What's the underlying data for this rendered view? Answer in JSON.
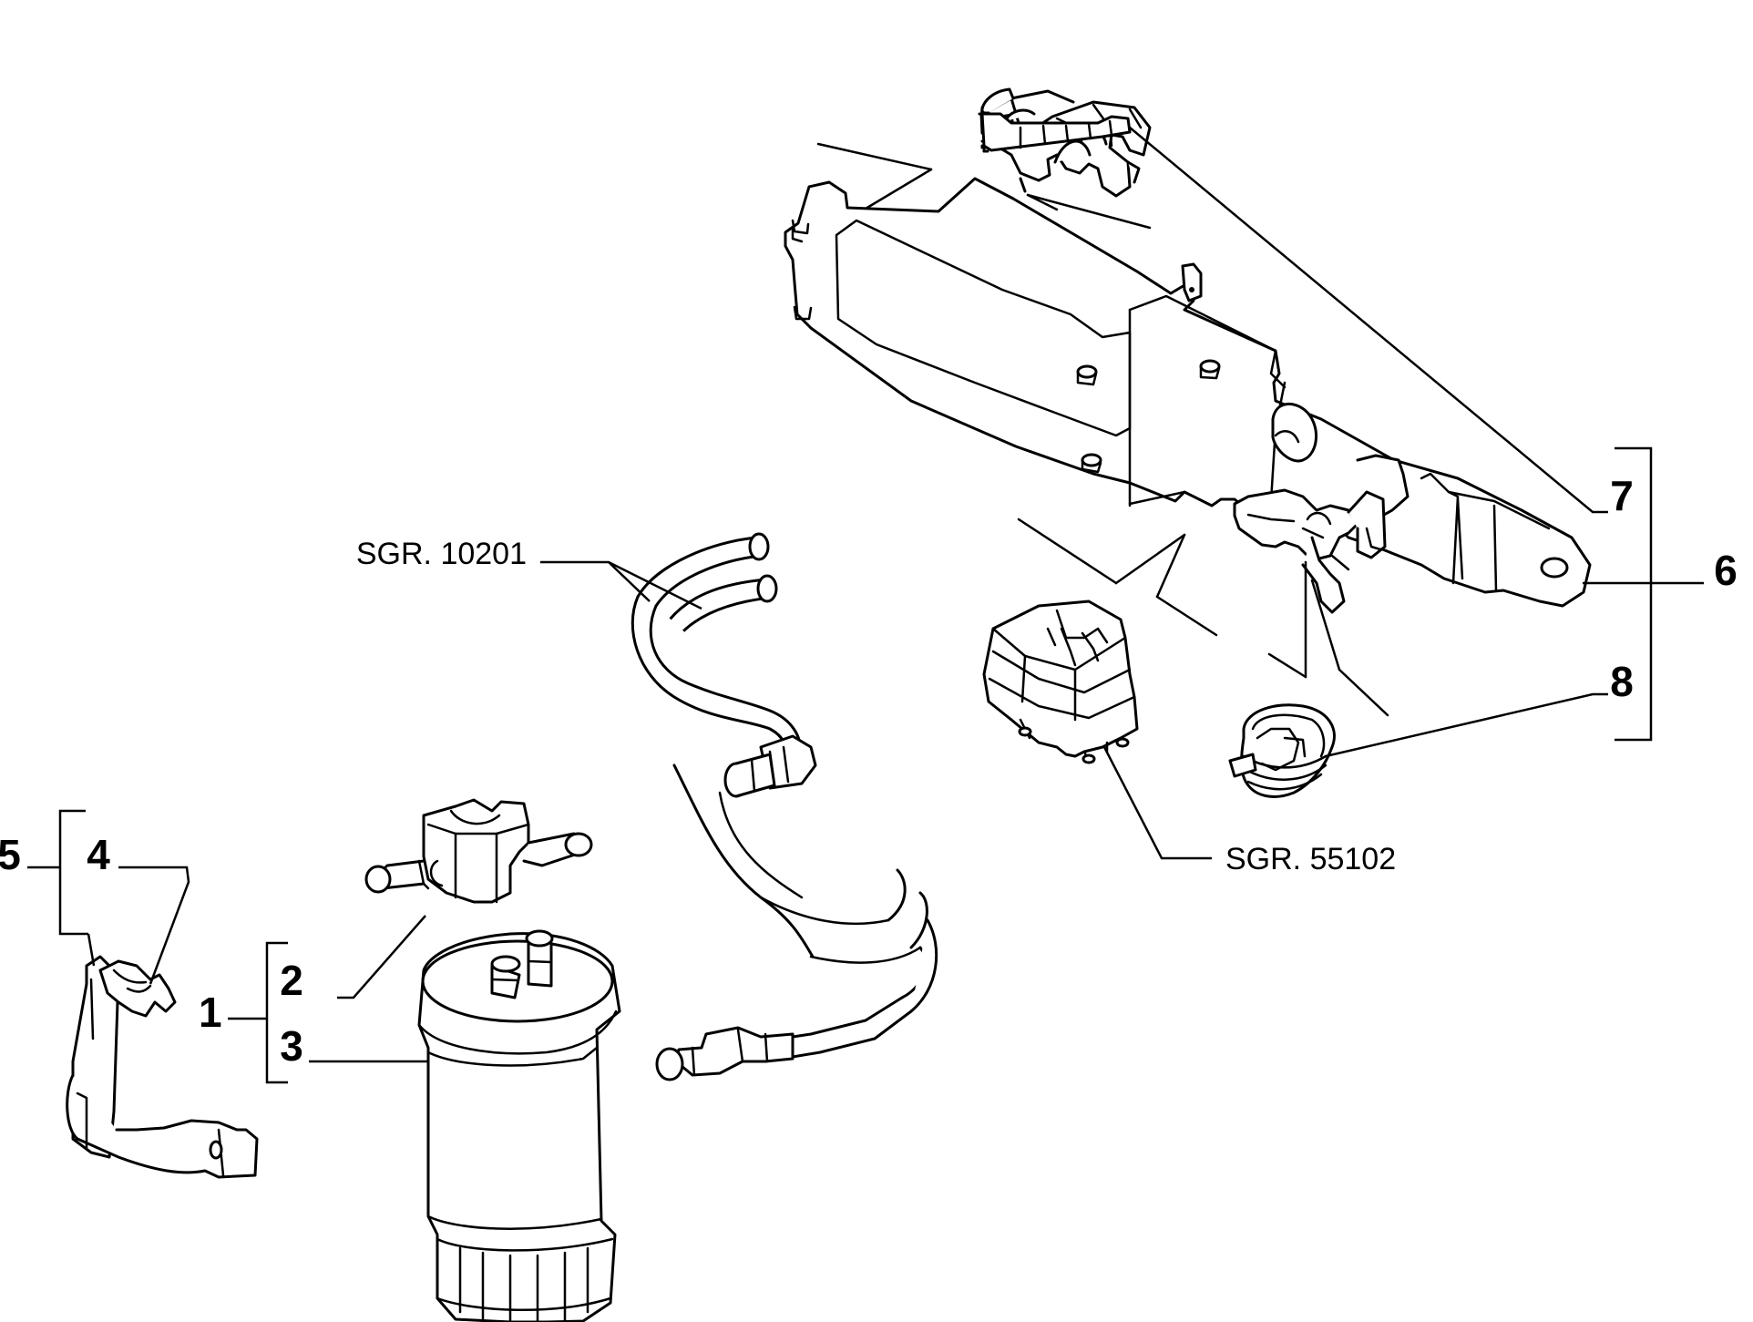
{
  "callouts": {
    "c1": "1",
    "c2": "2",
    "c3": "3",
    "c4": "4",
    "c5": "5",
    "c6": "6",
    "c7": "7",
    "c8": "8"
  },
  "references": {
    "hose_group": "SGR. 10201",
    "module_group": "SGR. 55102"
  }
}
